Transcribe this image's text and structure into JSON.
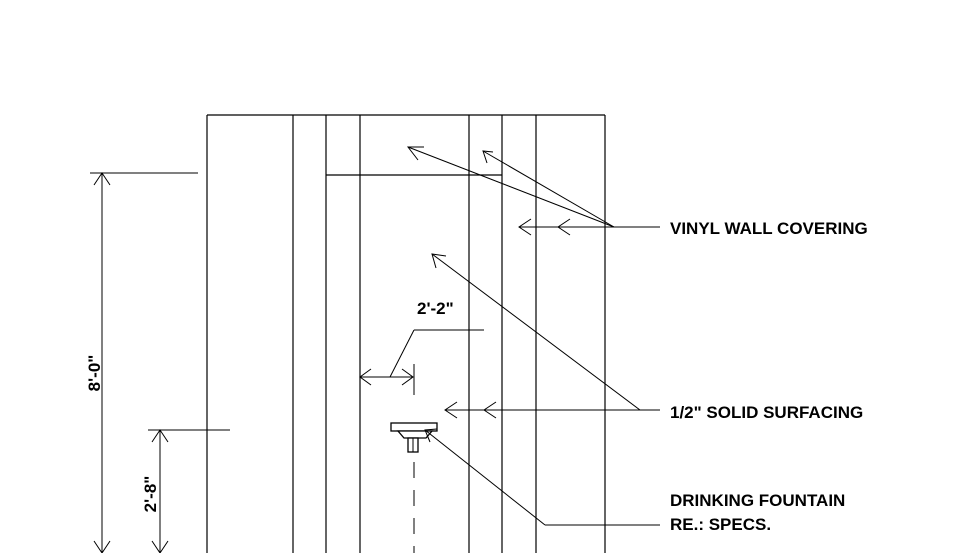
{
  "labels": {
    "vinyl": "VINYL WALL COVERING",
    "solid": "1/2\" SOLID SURFACING",
    "fountain_1": "DRINKING FOUNTAIN",
    "fountain_2": "RE.: SPECS."
  },
  "dimensions": {
    "height_total": "8'-0\"",
    "height_fountain": "2'-8\"",
    "offset": "2'-2\""
  }
}
